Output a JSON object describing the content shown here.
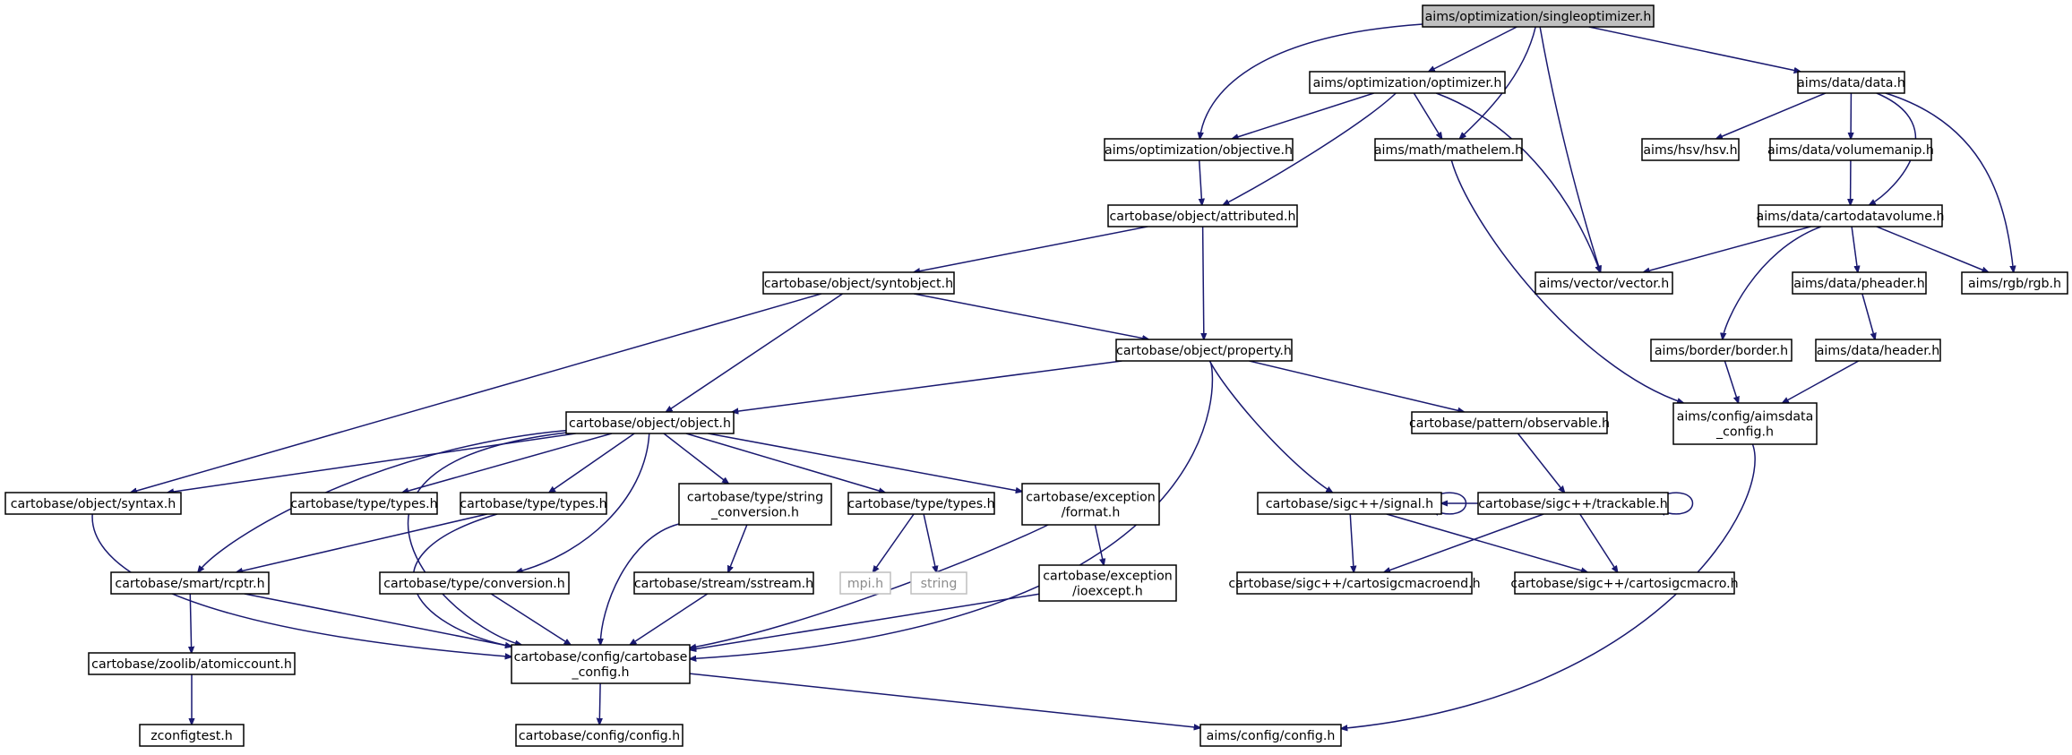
{
  "nodes": [
    {
      "id": "singleoptimizer",
      "lines": [
        "aims/optimization/singleoptimizer.h"
      ],
      "style": "root"
    },
    {
      "id": "optimizer",
      "lines": [
        "aims/optimization/optimizer.h"
      ]
    },
    {
      "id": "data",
      "lines": [
        "aims/data/data.h"
      ]
    },
    {
      "id": "objective",
      "lines": [
        "aims/optimization/objective.h"
      ]
    },
    {
      "id": "mathelem",
      "lines": [
        "aims/math/mathelem.h"
      ]
    },
    {
      "id": "hsv",
      "lines": [
        "aims/hsv/hsv.h"
      ]
    },
    {
      "id": "volumemanip",
      "lines": [
        "aims/data/volumemanip.h"
      ]
    },
    {
      "id": "attributed",
      "lines": [
        "cartobase/object/attributed.h"
      ]
    },
    {
      "id": "cartodatavolume",
      "lines": [
        "aims/data/cartodatavolume.h"
      ]
    },
    {
      "id": "syntobject",
      "lines": [
        "cartobase/object/syntobject.h"
      ]
    },
    {
      "id": "vector",
      "lines": [
        "aims/vector/vector.h"
      ]
    },
    {
      "id": "pheader",
      "lines": [
        "aims/data/pheader.h"
      ]
    },
    {
      "id": "rgb",
      "lines": [
        "aims/rgb/rgb.h"
      ]
    },
    {
      "id": "property",
      "lines": [
        "cartobase/object/property.h"
      ]
    },
    {
      "id": "border",
      "lines": [
        "aims/border/border.h"
      ]
    },
    {
      "id": "header",
      "lines": [
        "aims/data/header.h"
      ]
    },
    {
      "id": "object",
      "lines": [
        "cartobase/object/object.h"
      ]
    },
    {
      "id": "observable",
      "lines": [
        "cartobase/pattern/observable.h"
      ]
    },
    {
      "id": "aimsdata_config",
      "lines": [
        "aims/config/aimsdata",
        "_config.h"
      ]
    },
    {
      "id": "syntax",
      "lines": [
        "cartobase/object/syntax.h"
      ]
    },
    {
      "id": "types1",
      "lines": [
        "cartobase/type/types.h"
      ]
    },
    {
      "id": "types2",
      "lines": [
        "cartobase/type/types.h"
      ]
    },
    {
      "id": "string_conversion",
      "lines": [
        "cartobase/type/string",
        "_conversion.h"
      ]
    },
    {
      "id": "types3",
      "lines": [
        "cartobase/type/types.h"
      ]
    },
    {
      "id": "format",
      "lines": [
        "cartobase/exception",
        "/format.h"
      ]
    },
    {
      "id": "signal",
      "lines": [
        "cartobase/sigc++/signal.h"
      ]
    },
    {
      "id": "trackable",
      "lines": [
        "cartobase/sigc++/trackable.h"
      ]
    },
    {
      "id": "rcptr",
      "lines": [
        "cartobase/smart/rcptr.h"
      ]
    },
    {
      "id": "conversion",
      "lines": [
        "cartobase/type/conversion.h"
      ]
    },
    {
      "id": "sstream",
      "lines": [
        "cartobase/stream/sstream.h"
      ]
    },
    {
      "id": "mpi",
      "lines": [
        "mpi.h"
      ],
      "style": "ext"
    },
    {
      "id": "string",
      "lines": [
        "string"
      ],
      "style": "ext"
    },
    {
      "id": "ioexcept",
      "lines": [
        "cartobase/exception",
        "/ioexcept.h"
      ]
    },
    {
      "id": "cartosigcmacroend",
      "lines": [
        "cartobase/sigc++/cartosigcmacroend.h"
      ]
    },
    {
      "id": "cartosigcmacro",
      "lines": [
        "cartobase/sigc++/cartosigcmacro.h"
      ]
    },
    {
      "id": "atomiccount",
      "lines": [
        "cartobase/zoolib/atomiccount.h"
      ]
    },
    {
      "id": "cartobase_config",
      "lines": [
        "cartobase/config/cartobase",
        "_config.h"
      ]
    },
    {
      "id": "zconfigtest",
      "lines": [
        "zconfigtest.h"
      ]
    },
    {
      "id": "config_cartobase",
      "lines": [
        "cartobase/config/config.h"
      ]
    },
    {
      "id": "config_aims",
      "lines": [
        "aims/config/config.h"
      ]
    }
  ]
}
